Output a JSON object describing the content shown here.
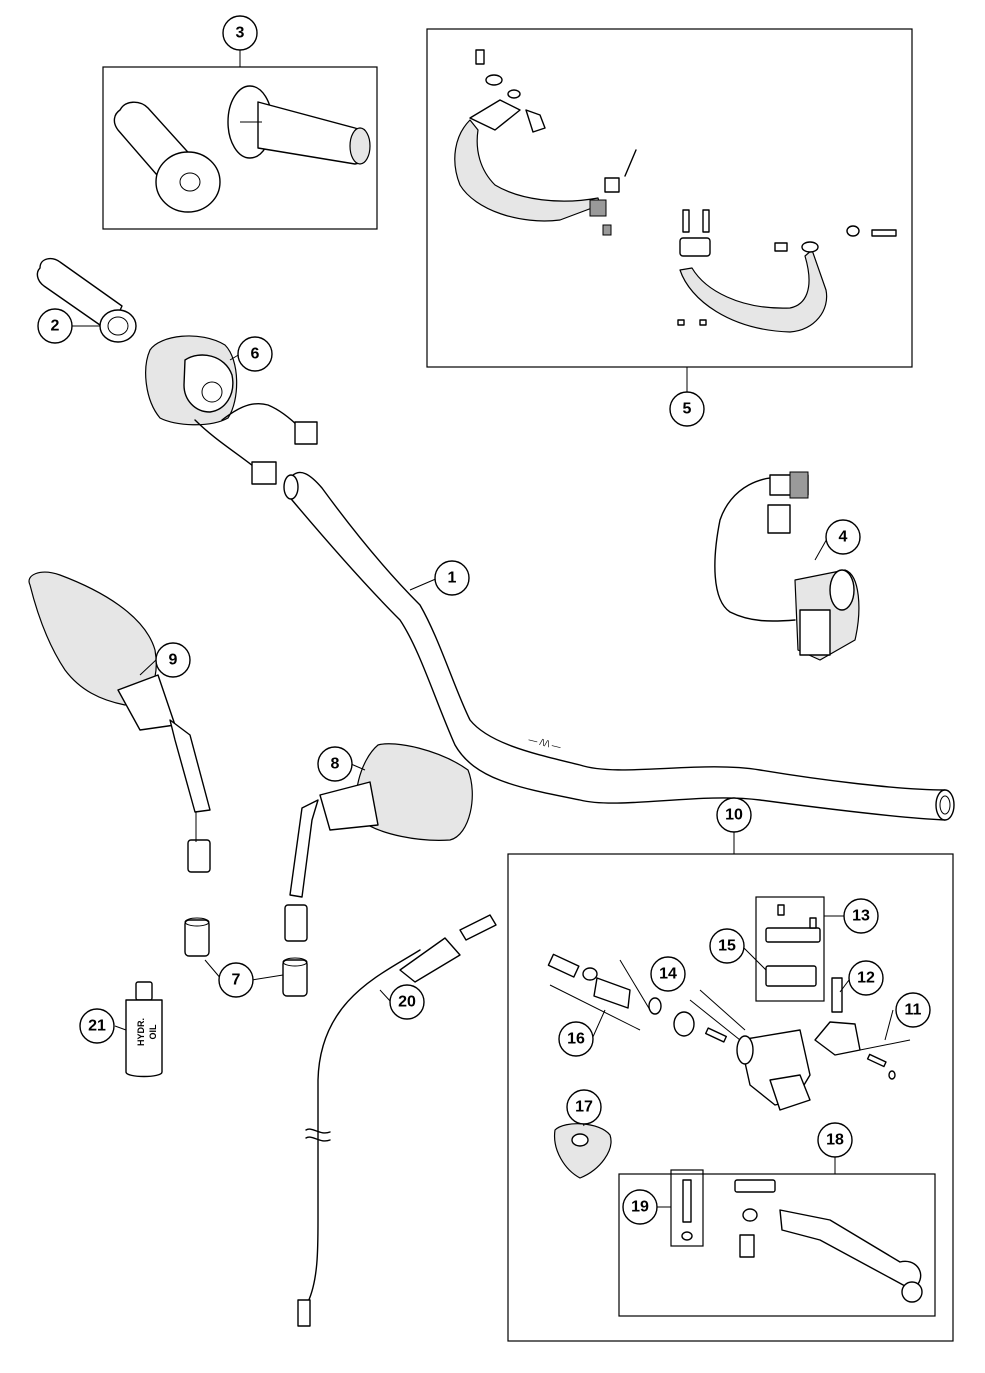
{
  "callouts": {
    "c1": "1",
    "c2": "2",
    "c3": "3",
    "c4": "4",
    "c5": "5",
    "c6": "6",
    "c7": "7",
    "c8": "8",
    "c9": "9",
    "c10": "10",
    "c11": "11",
    "c12": "12",
    "c13": "13",
    "c14": "14",
    "c15": "15",
    "c16": "16",
    "c17": "17",
    "c18": "18",
    "c19": "19",
    "c20": "20",
    "c21": "21"
  },
  "bottle_label": {
    "line1": "HYDR.",
    "line2": "OIL"
  }
}
